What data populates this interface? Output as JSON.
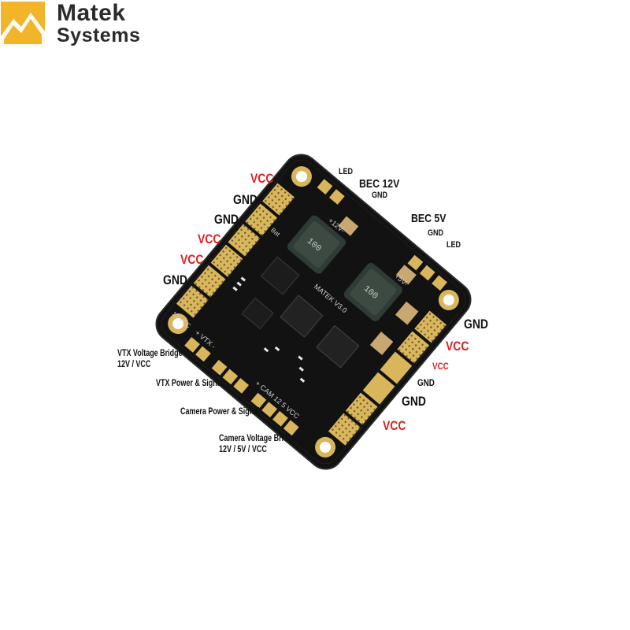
{
  "brand": {
    "line1": "Matek",
    "line2": "Systems"
  },
  "board_text": {
    "model": "MATEK V3.0",
    "inductor": "100",
    "bat": "Bat",
    "plus_12v": "+12V-",
    "plus_5v": "+5V-",
    "vtx_strip": "+ VTX -",
    "cam_strip": "+ CAM 12 5 VCC",
    "twelve_vcc": "12 VCC"
  },
  "labels": {
    "left_pads": [
      "VCC",
      "GND",
      "GND",
      "VCC",
      "VCC",
      "GND"
    ],
    "right_pads": [
      "GND",
      "VCC",
      "VCC",
      "GND",
      "GND",
      "VCC"
    ],
    "led_top": "LED",
    "bec12": "BEC 12V",
    "bec12_gnd": "GND",
    "bec5": "BEC 5V",
    "bec5_gnd": "GND",
    "led_right": "LED"
  },
  "descriptions": {
    "vtx_bridge": [
      "VTX Voltage Bridge",
      "12V / VCC"
    ],
    "vtx_power": "VTX Power & Signal",
    "camera_power": "Camera Power & Signal",
    "camera_bridge": [
      "Camera Voltage Bridge",
      "12V / 5V / VCC"
    ]
  },
  "colors": {
    "vcc": "#e31f1f",
    "gnd": "#111111",
    "pcb": "#121212",
    "gold": "#d9b65c",
    "logo": "#f2b52a"
  }
}
